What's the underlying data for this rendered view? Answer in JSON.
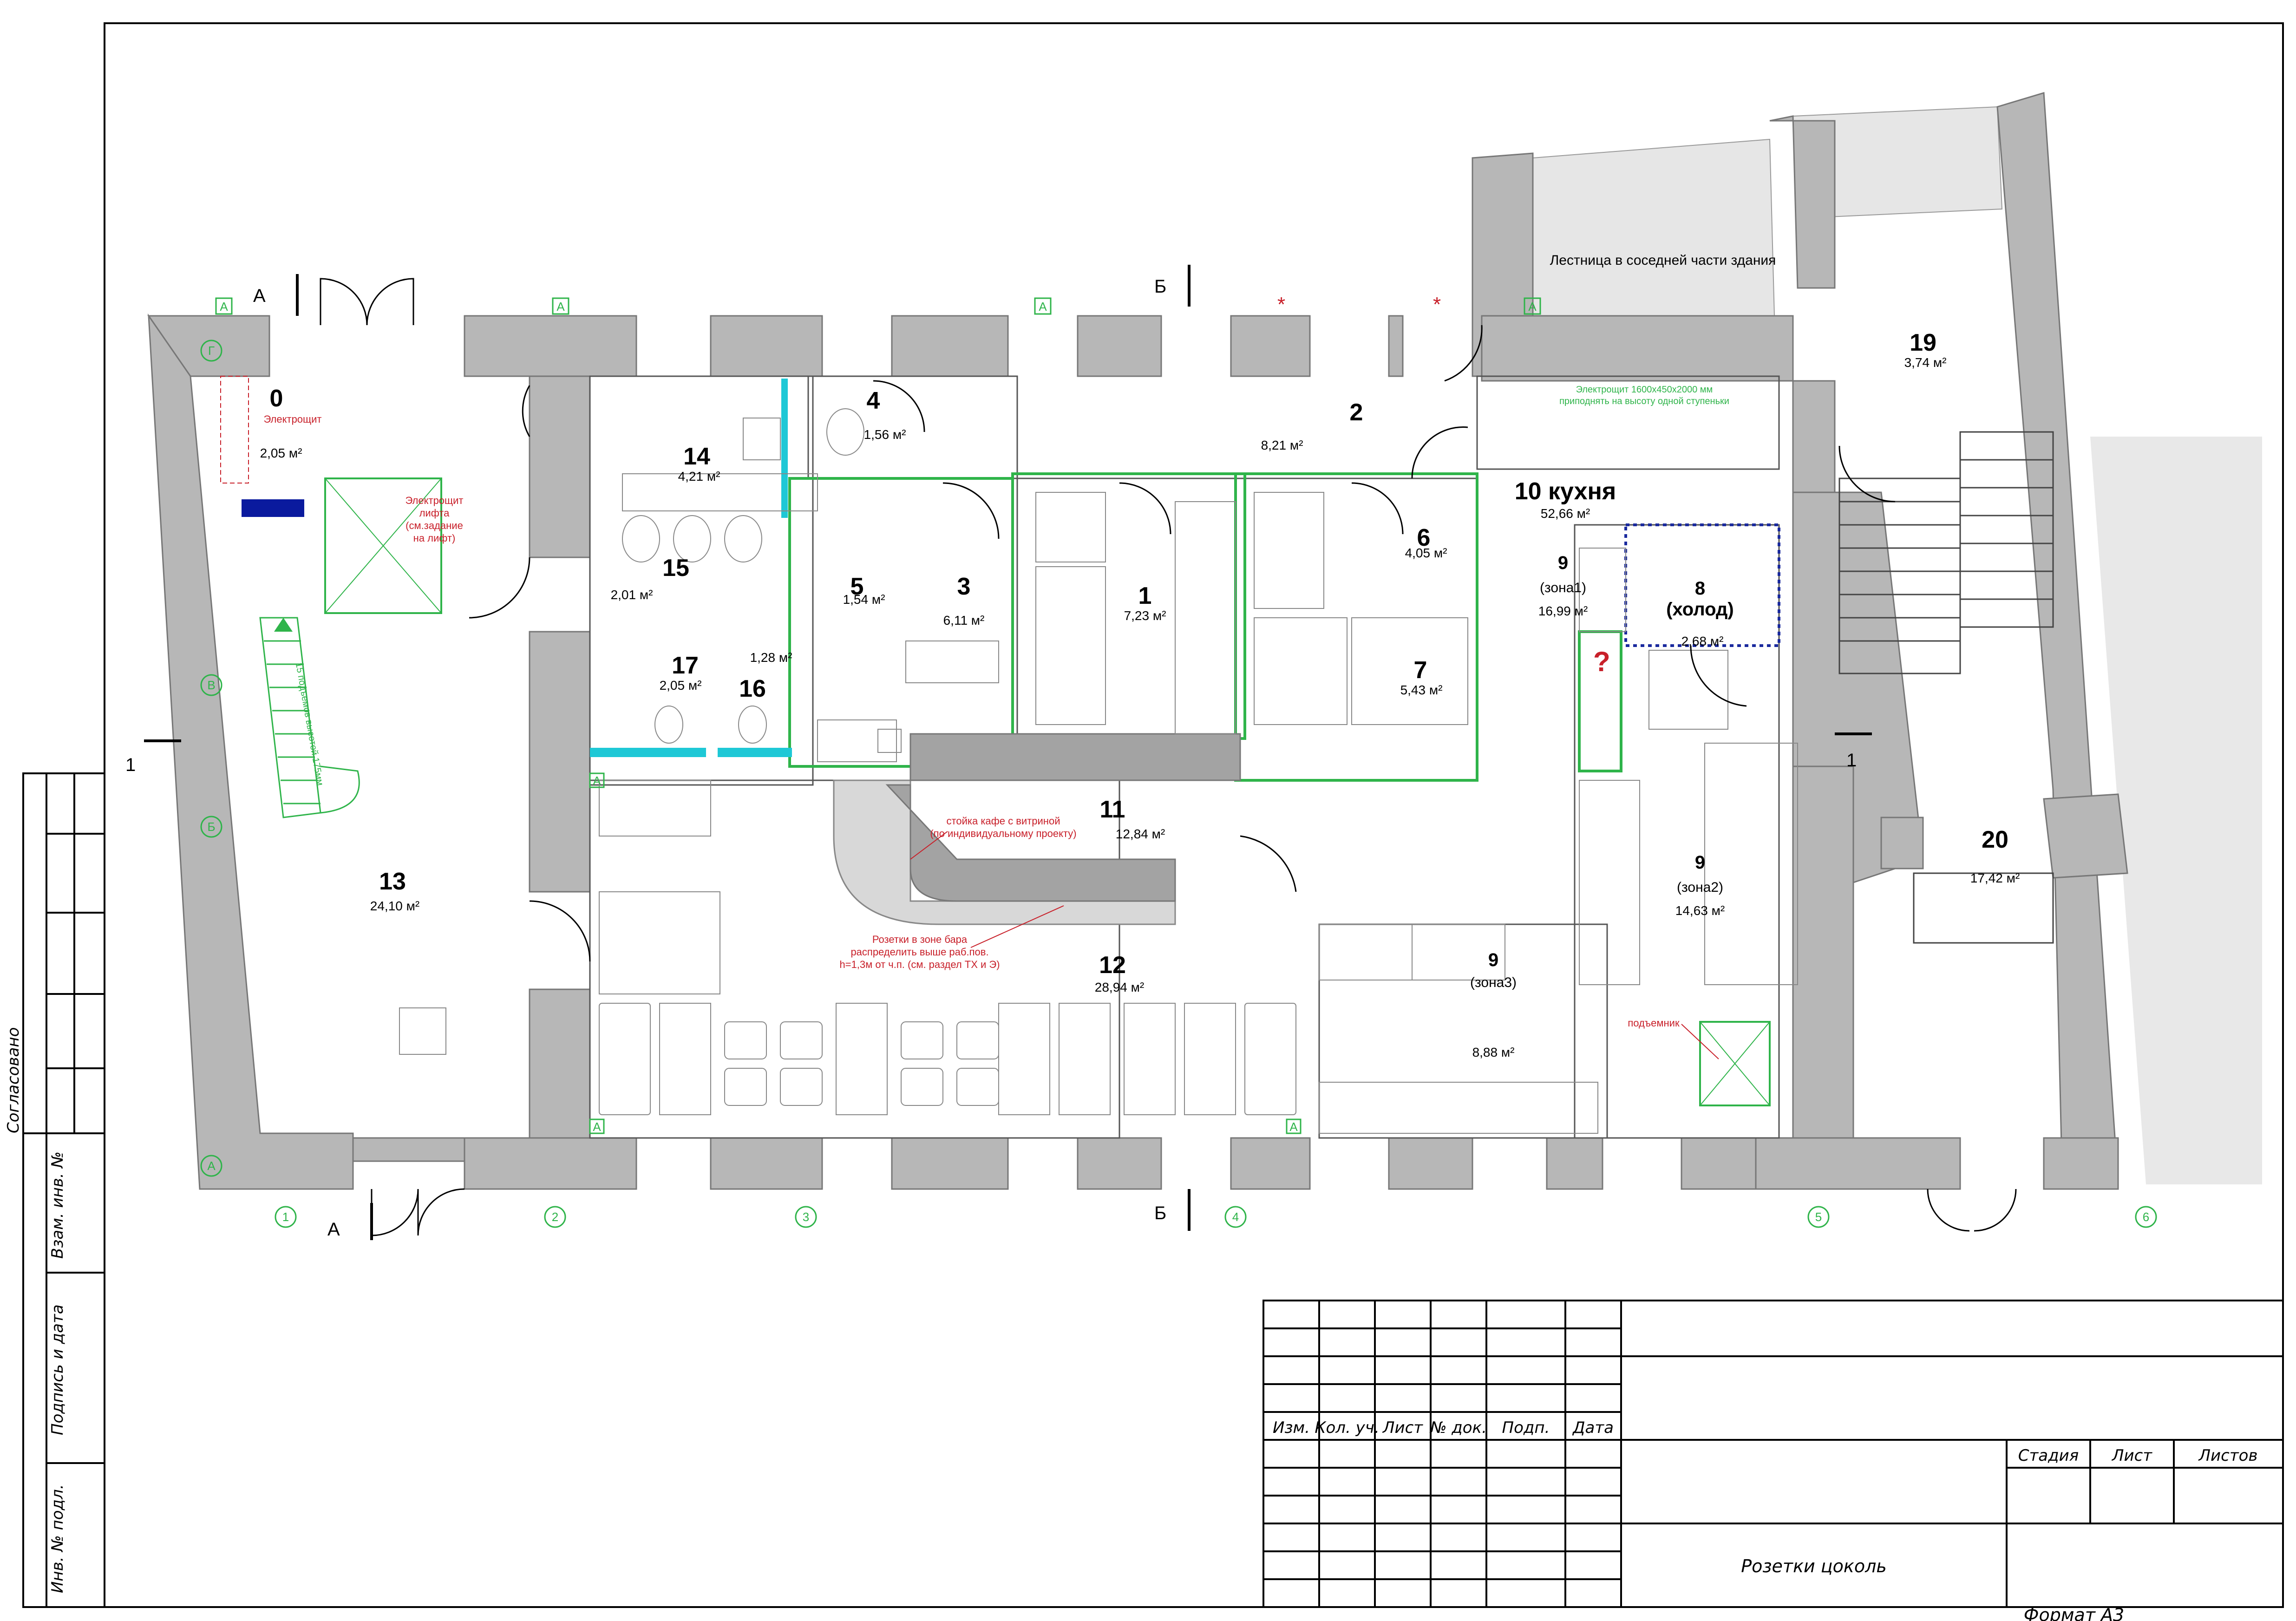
{
  "title_block": {
    "headers": [
      "Изм.",
      "Кол. уч.",
      "Лист",
      "№ док.",
      "Подп.",
      "Дата"
    ],
    "stage_headers": [
      "Стадия",
      "Лист",
      "Листов"
    ],
    "drawing_title": "Розетки цоколь",
    "format": "Формат А3"
  },
  "side_stamp": {
    "agreed": "Согласовано",
    "replace_inv": "Взам. инв. №",
    "sign_date": "Подпись и дата",
    "inv_orig": "Инв. № подл."
  },
  "rooms": [
    {
      "num": "0",
      "label": "Электрощит",
      "area": "2,05 м²"
    },
    {
      "num": "1",
      "area": "7,23 м²"
    },
    {
      "num": "2",
      "area": "8,21 м²"
    },
    {
      "num": "3",
      "area": "6,11 м²"
    },
    {
      "num": "4",
      "area": "1,56 м²"
    },
    {
      "num": "5",
      "area": "1,54 м²"
    },
    {
      "num": "6",
      "area": "4,05 м²"
    },
    {
      "num": "7",
      "area": "5,43 м²"
    },
    {
      "num": "8",
      "sub": "(холод)",
      "area": "2,68 м²"
    },
    {
      "num": "9",
      "sub": "(зона1)",
      "area": "16,99 м²"
    },
    {
      "num": "9",
      "sub": "(зона2)",
      "area": "14,63 м²"
    },
    {
      "num": "9",
      "sub": "(зона3)",
      "area": "8,88 м²"
    },
    {
      "num": "10 кухня",
      "area": "52,66 м²"
    },
    {
      "num": "11",
      "area": "12,84 м²"
    },
    {
      "num": "12",
      "area": "28,94 м²"
    },
    {
      "num": "13",
      "area": "24,10 м²"
    },
    {
      "num": "14",
      "area": "4,21 м²"
    },
    {
      "num": "15",
      "area": "2,01 м²"
    },
    {
      "num": "16",
      "area": "1,28 м²"
    },
    {
      "num": "17",
      "area": "2,05 м²"
    },
    {
      "num": "19",
      "area": "3,74 м²"
    },
    {
      "num": "20",
      "area": "17,42 м²"
    }
  ],
  "notes": {
    "stair_neighbor": "Лестница в соседней части здания",
    "lift_panel": [
      "Электрощит",
      "лифта",
      "(см.задание",
      "на лифт)"
    ],
    "kitchen_panel": [
      "Электрощит 1600х450х2000 мм",
      "приподнять на высоту одной ступеньки"
    ],
    "bar_counter": [
      "стойка кафе с витриной",
      "(по индивидуальному проекту)"
    ],
    "bar_outlets": [
      "Розетки в зоне бара",
      "распределить выше раб.пов.",
      "h=1,3м от ч.п. (см. раздел ТХ и Э)"
    ],
    "lift": "подъемник",
    "stairs_text": "15 подъемов высотой 175мм",
    "question": "?"
  },
  "axes": {
    "numbers": [
      "1",
      "2",
      "3",
      "4",
      "5",
      "6"
    ],
    "letters": [
      "А",
      "Б",
      "В",
      "Г"
    ]
  },
  "sections": {
    "a": "А",
    "b": "Б",
    "one": "1"
  },
  "outlet_marker": "A",
  "star": "*",
  "colors": {
    "wall": "#b7b7b7",
    "green": "#2fb44a",
    "red": "#c8202a",
    "cyan": "#1ec8d6",
    "panel": "#0a1a9e"
  }
}
